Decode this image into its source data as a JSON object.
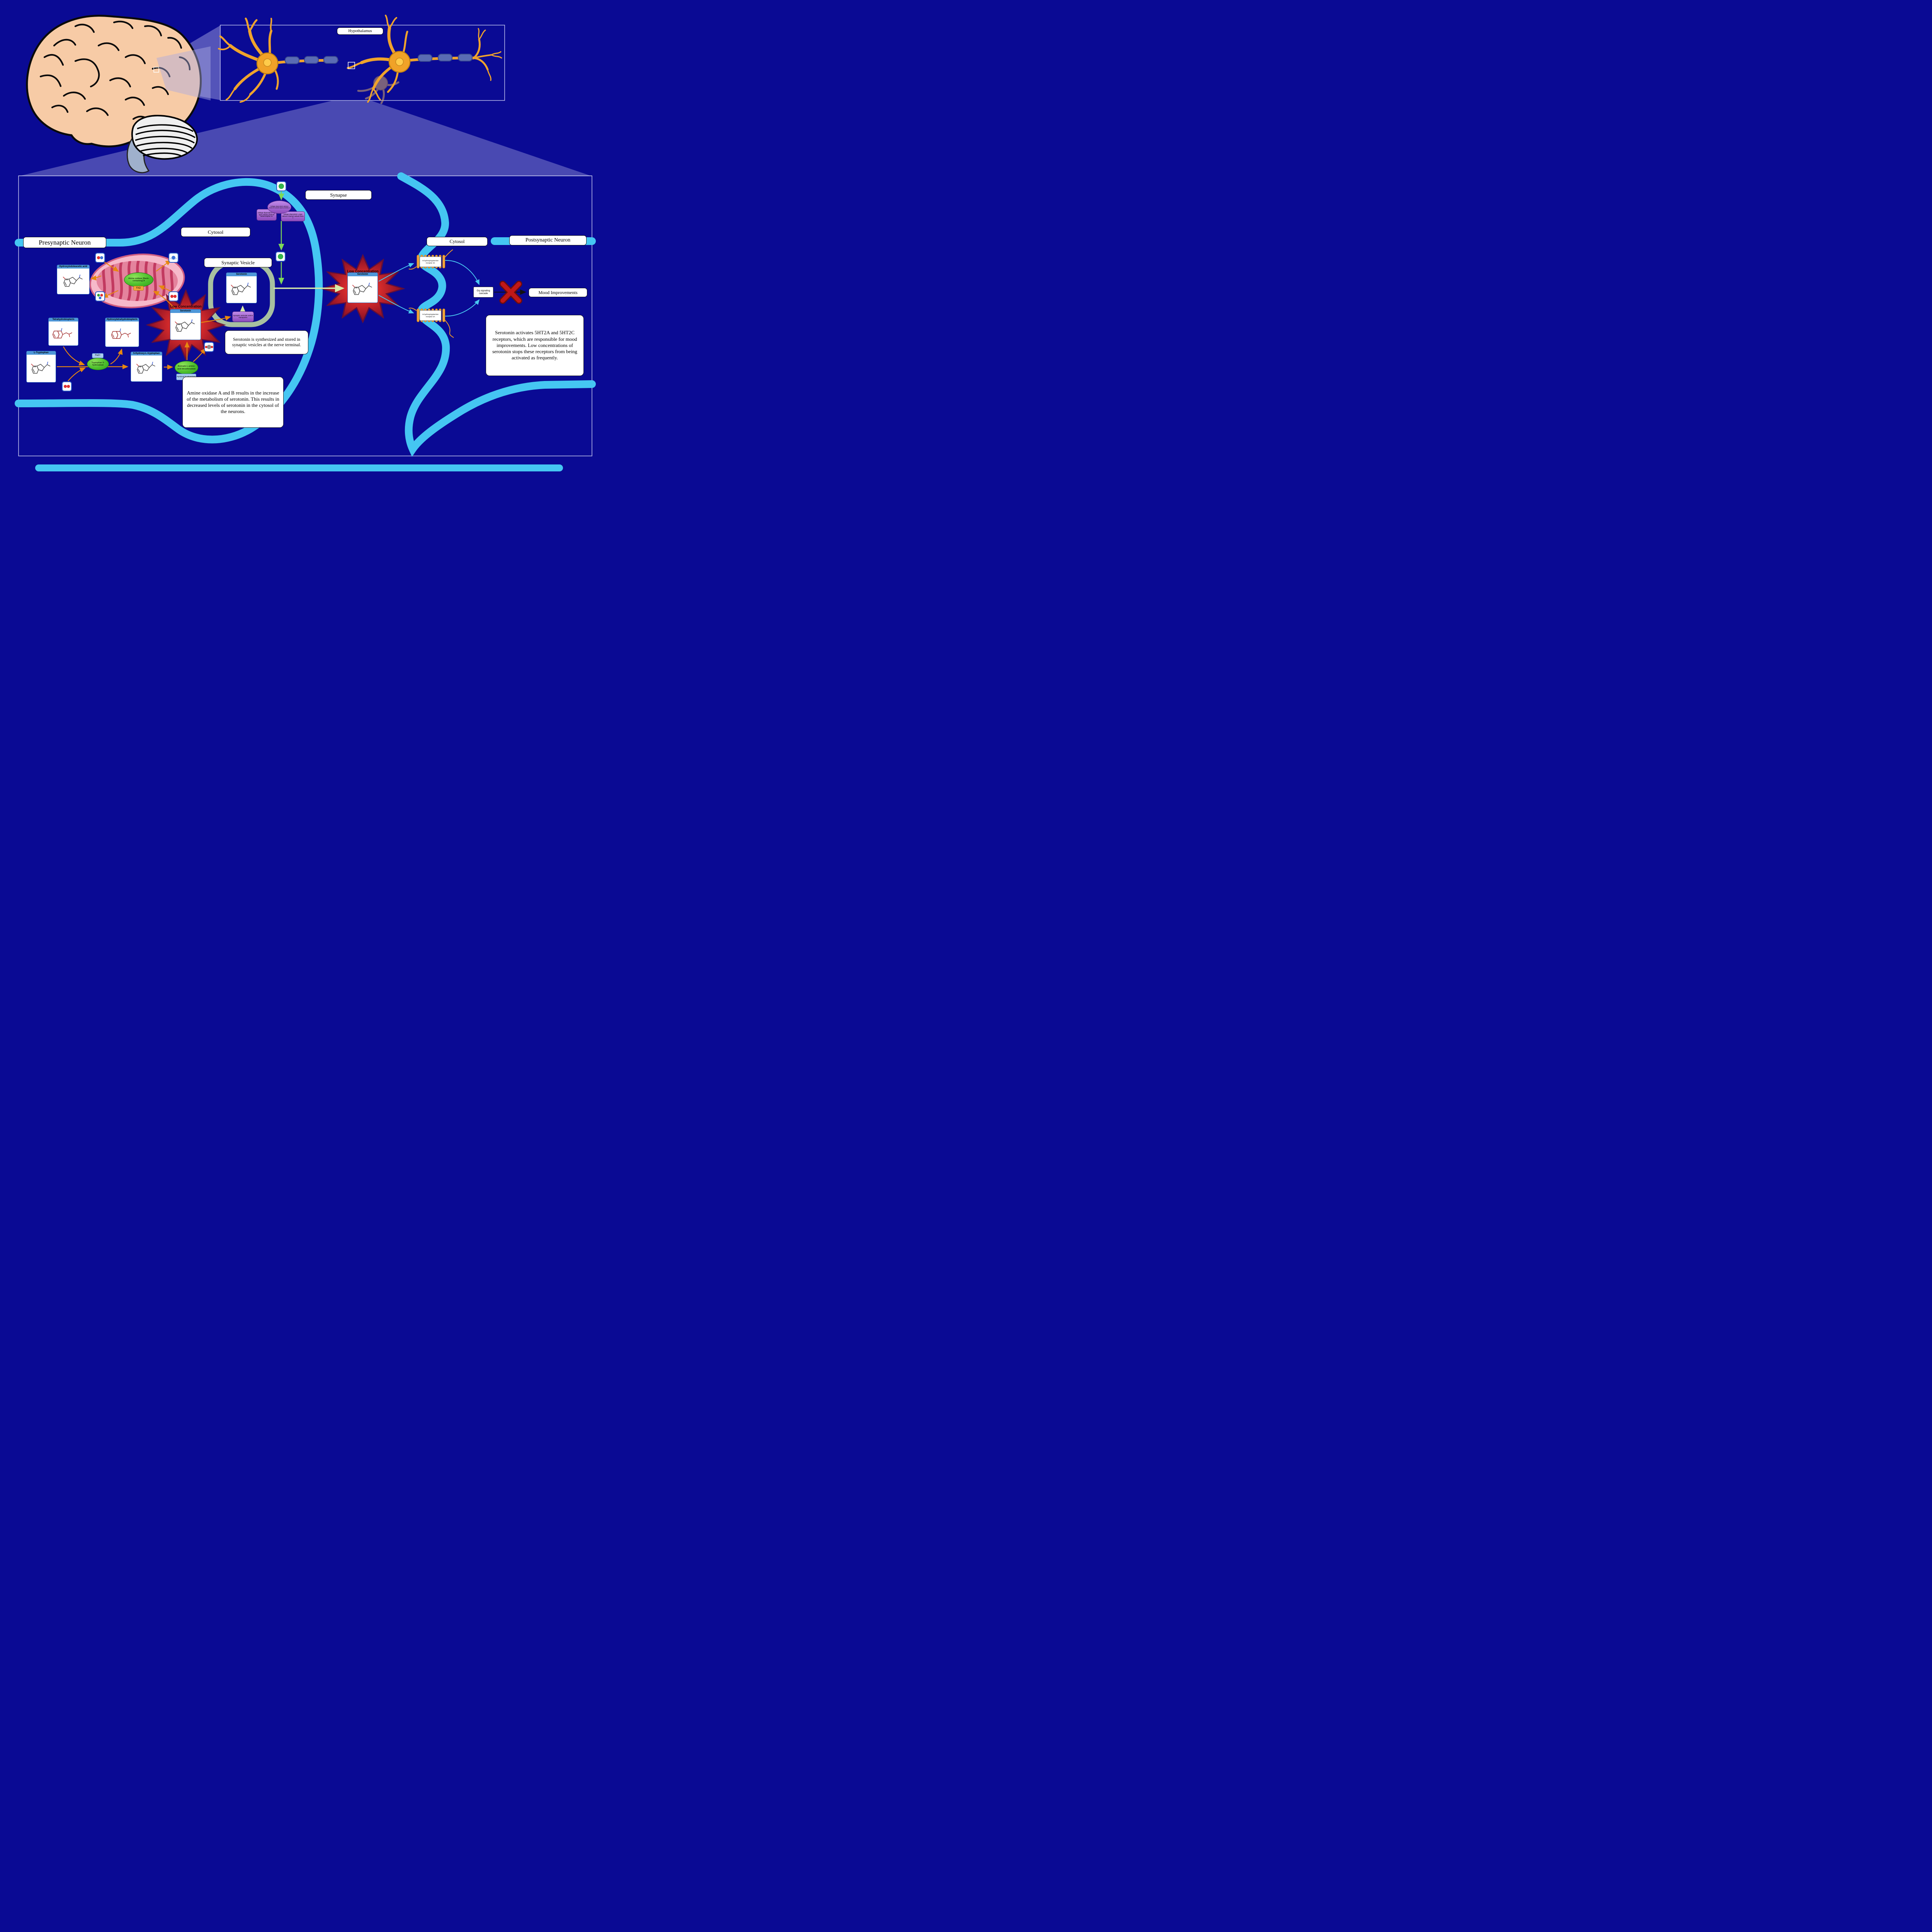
{
  "colors": {
    "background": "#0A0A94",
    "membrane_cyan": "#45C6F2",
    "neuron_orange": "#F0A228",
    "myelin_blue": "#5A6CB4",
    "enzyme_green": "#3FA82A",
    "transporter_purple": "#A25CD0",
    "starburst_red": "#C62828",
    "node_header_blue": "#4E97D9",
    "arrow_orange": "#E8870F",
    "arrow_green": "#7ED957",
    "arrow_cyan": "#49C8F0",
    "brain_pink": "#F7CBA6"
  },
  "overview": {
    "region_label": "Hypothalamus"
  },
  "diagram": {
    "labels": {
      "presynaptic": "Presynaptic Neuron",
      "cytosol_pre": "Cytosol",
      "synapse": "Synapse",
      "synaptic_vesicle": "Synaptic Vesicle",
      "cytosol_post": "Cytosol",
      "postsynaptic": "Postsynaptic Neuron",
      "mood": "Mood Improvements",
      "low_concentration_pre": "Low Concentration",
      "low_concentration_syn": "Low Concentration"
    },
    "metabolites": {
      "hiaa": "Hydroxyindoleacetic acid",
      "tetrahydrobiopterin": "Tetrahydrobiopterin",
      "hydroxytetrahydrobiopterin": "Hydroxytetrahydrobiopterin",
      "l_tryptophan": "L-Tryptophan",
      "hydroxy_l_tryptophan": "5-Hydroxy-L-tryptophan",
      "serotonin_cytosol": "Serotonin",
      "serotonin_vesicle": "Serotonin",
      "serotonin_synapse": "Serotonin"
    },
    "enzymes": {
      "amine_oxidase": "Amine oxidase [flavin-containing] A",
      "amine_oxidase_cofactor": "FAD",
      "tryptophan_hydroxylase": "Tryptophan 5-hydroxylase",
      "tryptophan_hydroxylase_cofactor": "Fe2+",
      "aadc": "Aromatic-L-amino-acid decarboxylase",
      "aadc_cofactor": "Pyridoxal 5'-phosphate"
    },
    "transporters": {
      "vdcc_alpha2delta1": "Voltage-dependent calcium channel subunit alpha-2/delta-1",
      "vdcc_alpha1a": "Voltage-dependent P/Q-type calcium channel subunit alpha-1A",
      "vdcc_beta1": "Voltage-dependent L-type calcium channel subunit beta-1",
      "vmat": "Synaptic vesicular amine transporter"
    },
    "receptors": {
      "htr2c": "5-hydroxytryptamine receptor 2C",
      "htr2a": "5-hydroxytryptamine receptor 2A"
    },
    "signaling": {
      "gq_cascade": "Gq signaling cascade"
    },
    "notes": {
      "vesicle": "Serotonin is synthesized and stored in synaptic vesicles at the nerve terminal.",
      "amine_oxidase": "Amine oxidase A and B results in the increase of the metabolism of serotonin. This results in decreased levels of serotonin in the cytosol of the neurons.",
      "receptors": "Serotonin activates 5HT2A and 5HT2C receptors, which are responsible for mood improvements. Low concentrations of serotonin stops these receptors from being activated as frequently."
    }
  }
}
